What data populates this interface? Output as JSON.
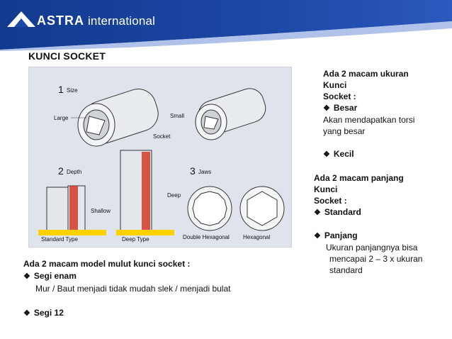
{
  "header": {
    "brand_bold": "ASTRA",
    "brand_rest": "international",
    "colors": {
      "dark_blue": "#1a3f93",
      "light_blue": "#6f8fd6"
    }
  },
  "slide": {
    "title": "KUNCI SOCKET"
  },
  "figure": {
    "labels": {
      "size_num": "1",
      "size": "Size",
      "large": "Large",
      "small": "Small",
      "socket": "Socket",
      "depth_num": "2",
      "depth": "Depth",
      "deep": "Deep",
      "shallow": "Shallow",
      "standard_type": "Standard Type",
      "deep_type": "Deep Type",
      "jaws_num": "3",
      "jaws": "Jaws",
      "double_hex": "Double Hexagonal",
      "hexagonal": "Hexagonal"
    }
  },
  "right_col": {
    "ukuran_title": [
      "Ada 2 macam ukuran",
      "Kunci",
      "Socket :"
    ],
    "besar_label": "Besar",
    "besar_desc": [
      "Akan mendapatkan torsi",
      "yang besar"
    ],
    "kecil_label": "Kecil",
    "panjang_title": [
      "Ada 2 macam panjang",
      "Kunci",
      "Socket :"
    ],
    "standard_label": "Standard",
    "panjang_label": "Panjang",
    "panjang_desc": [
      "Ukuran panjangnya bisa",
      "mencapai 2 – 3 x ukuran",
      "standard"
    ]
  },
  "bottom_col": {
    "title": "Ada 2 macam model mulut kunci socket :",
    "segi_enam_label": "Segi enam",
    "segi_enam_desc": "Mur / Baut menjadi tidak mudah slek / menjadi bulat",
    "segi12_label": "Segi 12"
  },
  "bullet_icon": "diamond-bullet-icon"
}
